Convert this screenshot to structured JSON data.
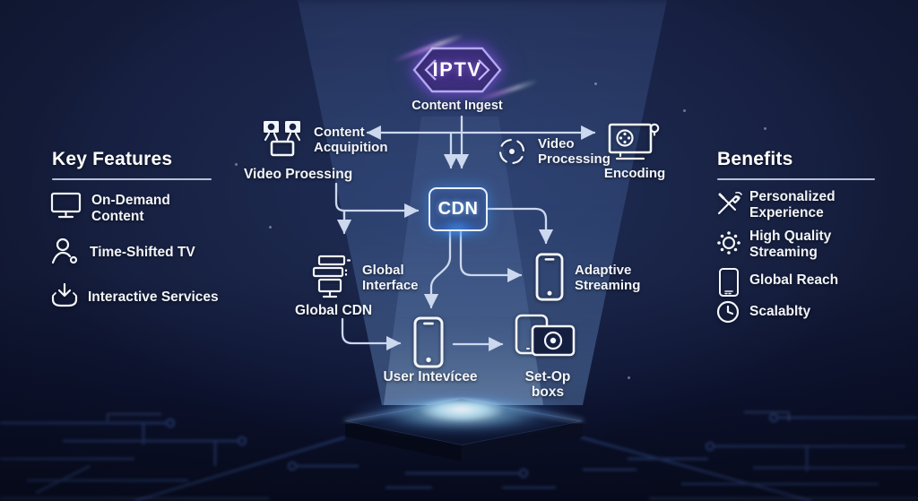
{
  "badge": {
    "label": "IPTV",
    "subtitle": "Content Ingest"
  },
  "left_panel": {
    "title": "Key Features",
    "items": [
      {
        "icon": "monitor-icon",
        "line1": "On-Demand",
        "line2": "Content"
      },
      {
        "icon": "person-icon",
        "line1": "Time-Shifted TV",
        "line2": ""
      },
      {
        "icon": "download-tray-icon",
        "line1": "Interactive Services",
        "line2": ""
      }
    ]
  },
  "right_panel": {
    "title": "Benefits",
    "items": [
      {
        "icon": "tools-icon",
        "line1": "Personalized",
        "line2": "Experience"
      },
      {
        "icon": "sun-gear-icon",
        "line1": "High Quality",
        "line2": "Streaming"
      },
      {
        "icon": "phone-icon",
        "line1": "Global Reach",
        "line2": ""
      },
      {
        "icon": "clock-icon",
        "line1": "Scalablty",
        "line2": ""
      }
    ]
  },
  "flow": {
    "content_acquisition": {
      "icon": "cameras-icon",
      "line1": "Content",
      "line2": "Acquipition"
    },
    "video_processing_left": "Video Proessing",
    "video_processing_right": {
      "icon": "scan-frame-icon",
      "line1": "Video",
      "line2": "Processing"
    },
    "encoding": {
      "icon": "tv-reel-icon",
      "label": "Encoding"
    },
    "cdn": {
      "label": "CDN"
    },
    "global_interface": {
      "icon": "server-stack-icon",
      "line1": "Global",
      "line2": "Interface"
    },
    "global_cdn": "Global CDN",
    "adaptive_streaming": {
      "icon": "smartphone-icon",
      "line1": "Adaptive",
      "line2": "Streaming"
    },
    "user_interface": {
      "icon": "smartphone-icon",
      "label": "User Intevícee"
    },
    "set_top_boxes": {
      "icon": "set-top-box-icon",
      "label": "Set-Op boxs"
    }
  },
  "colors": {
    "background": "#131b38",
    "beam": "#7fb2ff",
    "badge_stroke": "#b4a7f2",
    "badge_glow": "#9a4df0",
    "line": "#ccd8ee",
    "text": "#f2f5fb",
    "cdn_glow": "#38a0ff"
  }
}
